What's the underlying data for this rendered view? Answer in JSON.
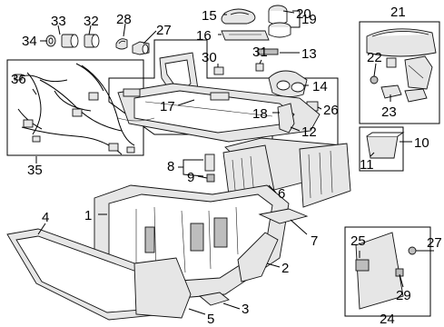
{
  "diagram": {
    "callouts": [
      "1",
      "2",
      "3",
      "4",
      "5",
      "6",
      "7",
      "8",
      "9",
      "10",
      "11",
      "12",
      "13",
      "14",
      "15",
      "16",
      "17",
      "18",
      "19",
      "20",
      "21",
      "22",
      "23",
      "24",
      "25",
      "26",
      "27",
      "27",
      "28",
      "29",
      "30",
      "31",
      "32",
      "33",
      "34",
      "35",
      "36"
    ],
    "colors": {
      "line": "#000000",
      "part_fill": "#ffffff",
      "shade": "#e6e6e6",
      "dark": "#bdbdbd"
    }
  }
}
